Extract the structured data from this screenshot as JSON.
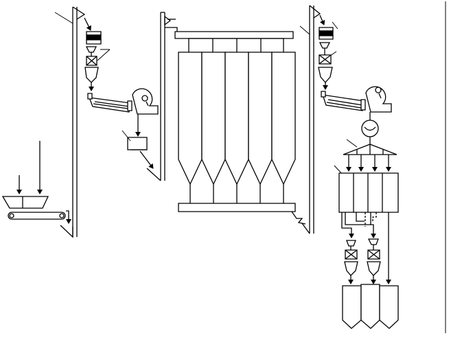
{
  "diagram": {
    "kind": "process flow sheet (line drawing, no text labels)",
    "stroke_color": "#000000",
    "fill_color": "#ffffff",
    "components": [
      {
        "id": "feed-arrow-left",
        "label": ""
      },
      {
        "id": "feed-arrow-right",
        "label": ""
      },
      {
        "id": "feed-hopper",
        "label": ""
      },
      {
        "id": "belt-conveyor",
        "label": ""
      },
      {
        "id": "bucket-elevator-1",
        "label": ""
      },
      {
        "id": "screen-1",
        "label": ""
      },
      {
        "id": "valve-1",
        "label": ""
      },
      {
        "id": "screw-conveyor-1",
        "label": ""
      },
      {
        "id": "fan-1",
        "label": ""
      },
      {
        "id": "collector-box",
        "label": ""
      },
      {
        "id": "bucket-elevator-2",
        "label": ""
      },
      {
        "id": "silo-bank",
        "label": "",
        "count": 5
      },
      {
        "id": "bottom-conveyor",
        "label": ""
      },
      {
        "id": "bucket-elevator-3",
        "label": ""
      },
      {
        "id": "screen-2",
        "label": ""
      },
      {
        "id": "valve-2",
        "label": ""
      },
      {
        "id": "screw-conveyor-2",
        "label": ""
      },
      {
        "id": "fan-2",
        "label": ""
      },
      {
        "id": "distributor",
        "label": "",
        "outlets": 4
      },
      {
        "id": "bin-bank",
        "label": "",
        "count": 4
      },
      {
        "id": "scale-a",
        "label": ""
      },
      {
        "id": "scale-b",
        "label": ""
      },
      {
        "id": "product-silos",
        "label": "",
        "count": 3
      }
    ]
  }
}
